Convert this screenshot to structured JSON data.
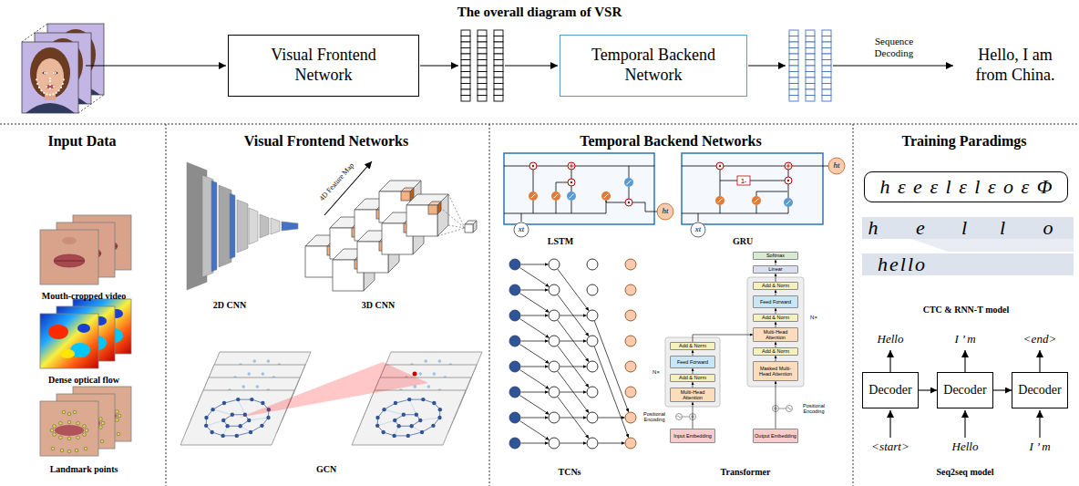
{
  "diagram": {
    "title": "The overall diagram of VSR",
    "nodes": [
      {
        "text": [
          "Visual Frontend Network"
        ]
      },
      {
        "text": [
          "Temporal Backend Network"
        ]
      },
      {
        "text": [
          "Input Embedding"
        ]
      },
      {
        "text": [
          "Multi-Head Attention"
        ]
      },
      {
        "text": [
          "Add & Norm"
        ]
      },
      {
        "text": [
          "Feed Forward"
        ]
      },
      {
        "text": [
          "Add & Norm"
        ]
      },
      {
        "text": [
          "Output Embedding"
        ]
      },
      {
        "text": [
          "Masked Multi-Head Attention"
        ]
      },
      {
        "text": [
          "Add & Norm"
        ]
      },
      {
        "text": [
          "Multi-Head Attention"
        ]
      },
      {
        "text": [
          "Add & Norm"
        ]
      },
      {
        "text": [
          "Feed Forward"
        ]
      },
      {
        "text": [
          "Add & Norm"
        ]
      },
      {
        "text": [
          "Linear"
        ]
      },
      {
        "text": [
          "Softmax"
        ]
      },
      {
        "text": [
          "h ε e ε l ε l ε o ε Φ"
        ]
      },
      {
        "text": [
          "Decoder"
        ]
      },
      {
        "text": [
          "Decoder"
        ]
      },
      {
        "text": [
          "Decoder"
        ]
      }
    ],
    "edges": [
      {
        "from": 2,
        "to": 3,
        "arrow": "to"
      },
      {
        "from": 3,
        "to": 4,
        "arrow": "to"
      },
      {
        "from": 4,
        "to": 5,
        "arrow": "to"
      },
      {
        "from": 5,
        "to": 6,
        "arrow": "to"
      },
      {
        "from": 6,
        "to": 10,
        "arrow": "to"
      },
      {
        "from": 7,
        "to": 8,
        "arrow": "to"
      },
      {
        "from": 8,
        "to": 9,
        "arrow": "to"
      },
      {
        "from": 9,
        "to": 10,
        "arrow": "to"
      },
      {
        "from": 10,
        "to": 11,
        "arrow": "to"
      },
      {
        "from": 11,
        "to": 12,
        "arrow": "to"
      },
      {
        "from": 12,
        "to": 13,
        "arrow": "to"
      },
      {
        "from": 13,
        "to": 14,
        "arrow": "to"
      },
      {
        "from": 14,
        "to": 15,
        "arrow": "to"
      },
      {
        "from": 17,
        "to": 18,
        "arrow": "to"
      },
      {
        "from": 18,
        "to": 19,
        "arrow": "to"
      }
    ],
    "labels": [
      "Sequence Decoding",
      "Hello, I am from China.",
      "Input Data",
      "Visual Frontend Networks",
      "Temporal Backend Networks",
      "Training Paradimgs",
      "Mouth-cropped video",
      "Dense optical flow",
      "Landmark points",
      "2D CNN",
      "4D Feature Map",
      "3D CNN",
      "GCN",
      "xt",
      "ht",
      "LSTM",
      "1-",
      "xt",
      "ht",
      "GRU",
      "TCNs",
      "N×",
      "Positional Encoding",
      "N×",
      "Positional Encoding",
      "Transformer",
      "h",
      "e",
      "l",
      "l",
      "o",
      "hello",
      "CTC & RNN-T model",
      "Hello",
      "I ’ m",
      "<end>",
      "<start>",
      "Hello",
      "I ’ m",
      "Seq2seq model"
    ]
  }
}
